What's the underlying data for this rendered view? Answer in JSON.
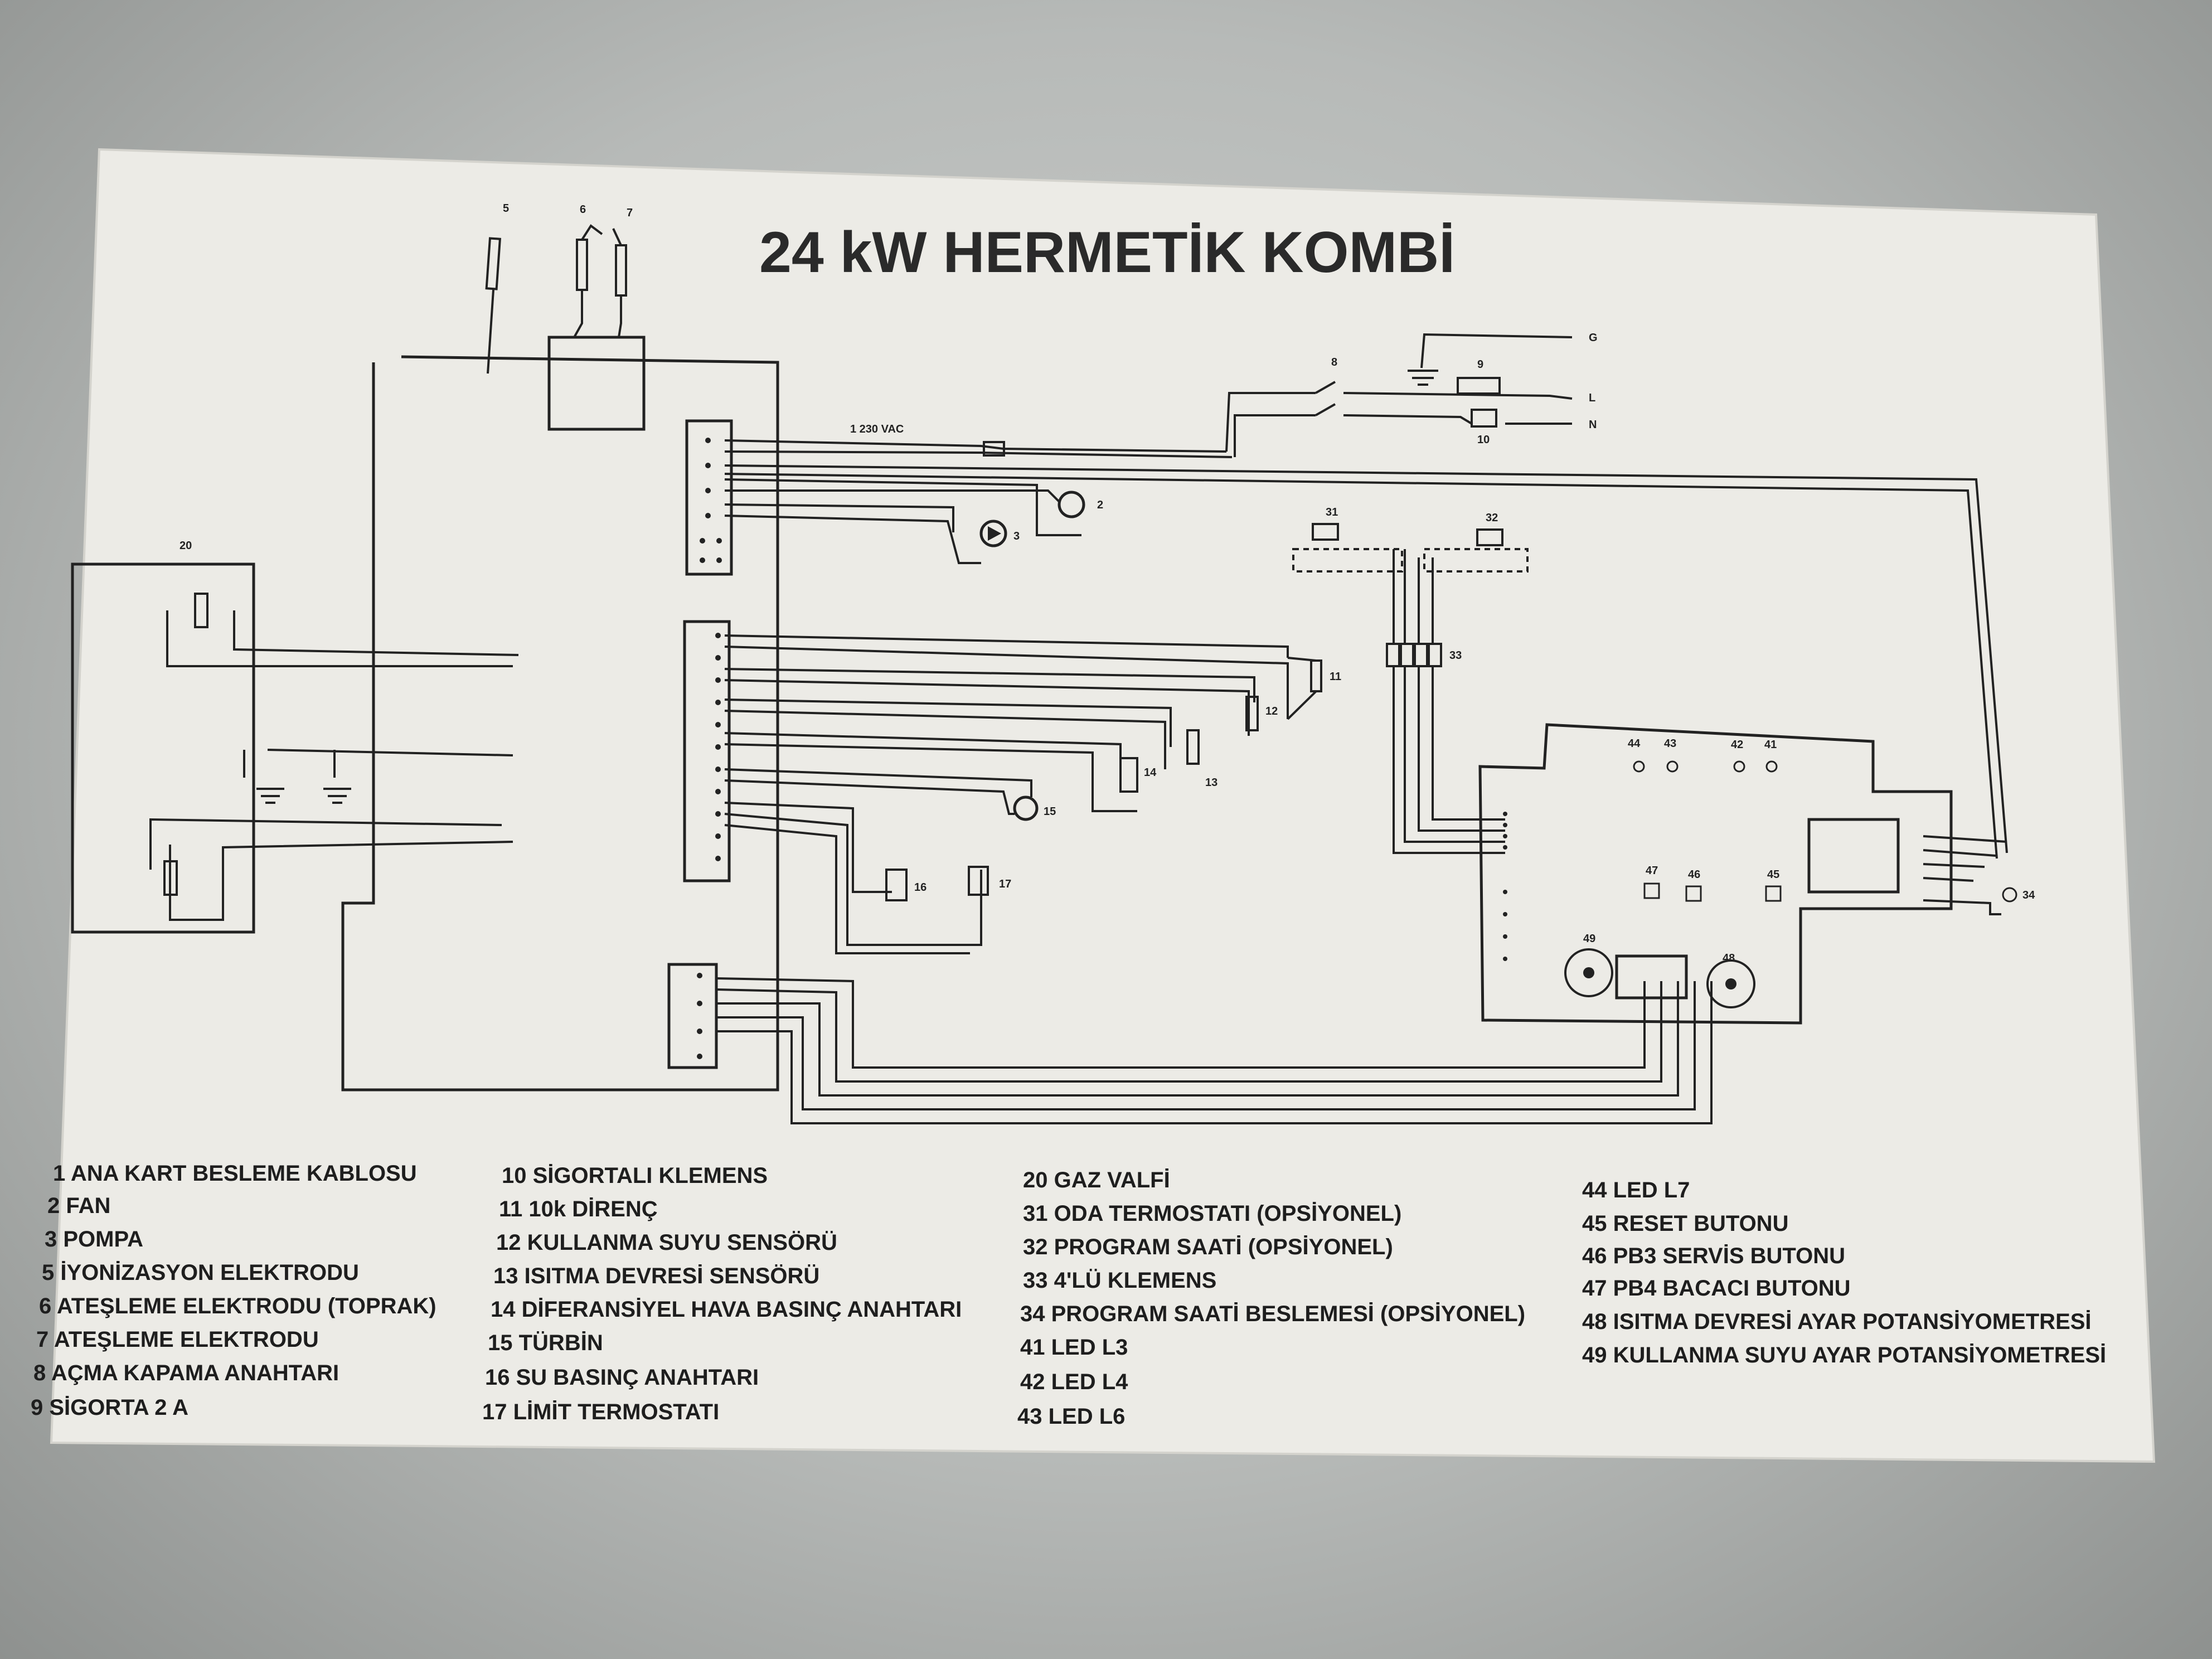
{
  "diagram": {
    "title": "24 kW HERMETİK KOMBİ",
    "component_numbers": {
      "n5": "5",
      "n6": "6",
      "n7": "7",
      "n8": "8",
      "n9": "9",
      "n10": "10",
      "n2": "2",
      "n3": "3",
      "n11": "11",
      "n12": "12",
      "n13": "13",
      "n14": "14",
      "n15": "15",
      "n16": "16",
      "n17": "17",
      "n20": "20",
      "n31": "31",
      "n32": "32",
      "n33": "33",
      "n34": "34",
      "n41": "41",
      "n42": "42",
      "n43": "43",
      "n44": "44",
      "n45": "45",
      "n46": "46",
      "n47": "47",
      "n48": "48",
      "n49": "49"
    },
    "supply_label": "1  230 VAC",
    "terminal_labels": {
      "g": "G",
      "l": "L",
      "n": "N"
    }
  },
  "legend": {
    "col1": [
      "1   ANA KART BESLEME KABLOSU",
      "2   FAN",
      "3   POMPA",
      "5   İYONİZASYON ELEKTRODU",
      "6   ATEŞLEME ELEKTRODU (TOPRAK)",
      "7   ATEŞLEME ELEKTRODU",
      "8   AÇMA KAPAMA ANAHTARI",
      "9   SİGORTA  2 A"
    ],
    "col2": [
      "10 SİGORTALI KLEMENS",
      "11 10k DİRENÇ",
      "12 KULLANMA SUYU SENSÖRÜ",
      "13 ISITMA DEVRESİ SENSÖRÜ",
      "14 DİFERANSİYEL HAVA BASINÇ ANAHTARI",
      "15 TÜRBİN",
      "16 SU BASINÇ ANAHTARI",
      "17 LİMİT TERMOSTATI"
    ],
    "col3": [
      "20 GAZ VALFİ",
      "31 ODA TERMOSTATI (OPSİYONEL)",
      "32 PROGRAM SAATİ (OPSİYONEL)",
      "33 4'LÜ KLEMENS",
      "34 PROGRAM SAATİ BESLEMESİ (OPSİYONEL)",
      "41 LED L3",
      "42 LED L4",
      "43 LED L6"
    ],
    "col4": [
      "44 LED L7",
      "45 RESET BUTONU",
      "46 PB3 SERVİS BUTONU",
      "47 PB4 BACACI BUTONU",
      "48 ISITMA DEVRESİ AYAR POTANSİYOMETRESİ",
      "49 KULLANMA SUYU AYAR POTANSİYOMETRESİ"
    ]
  }
}
